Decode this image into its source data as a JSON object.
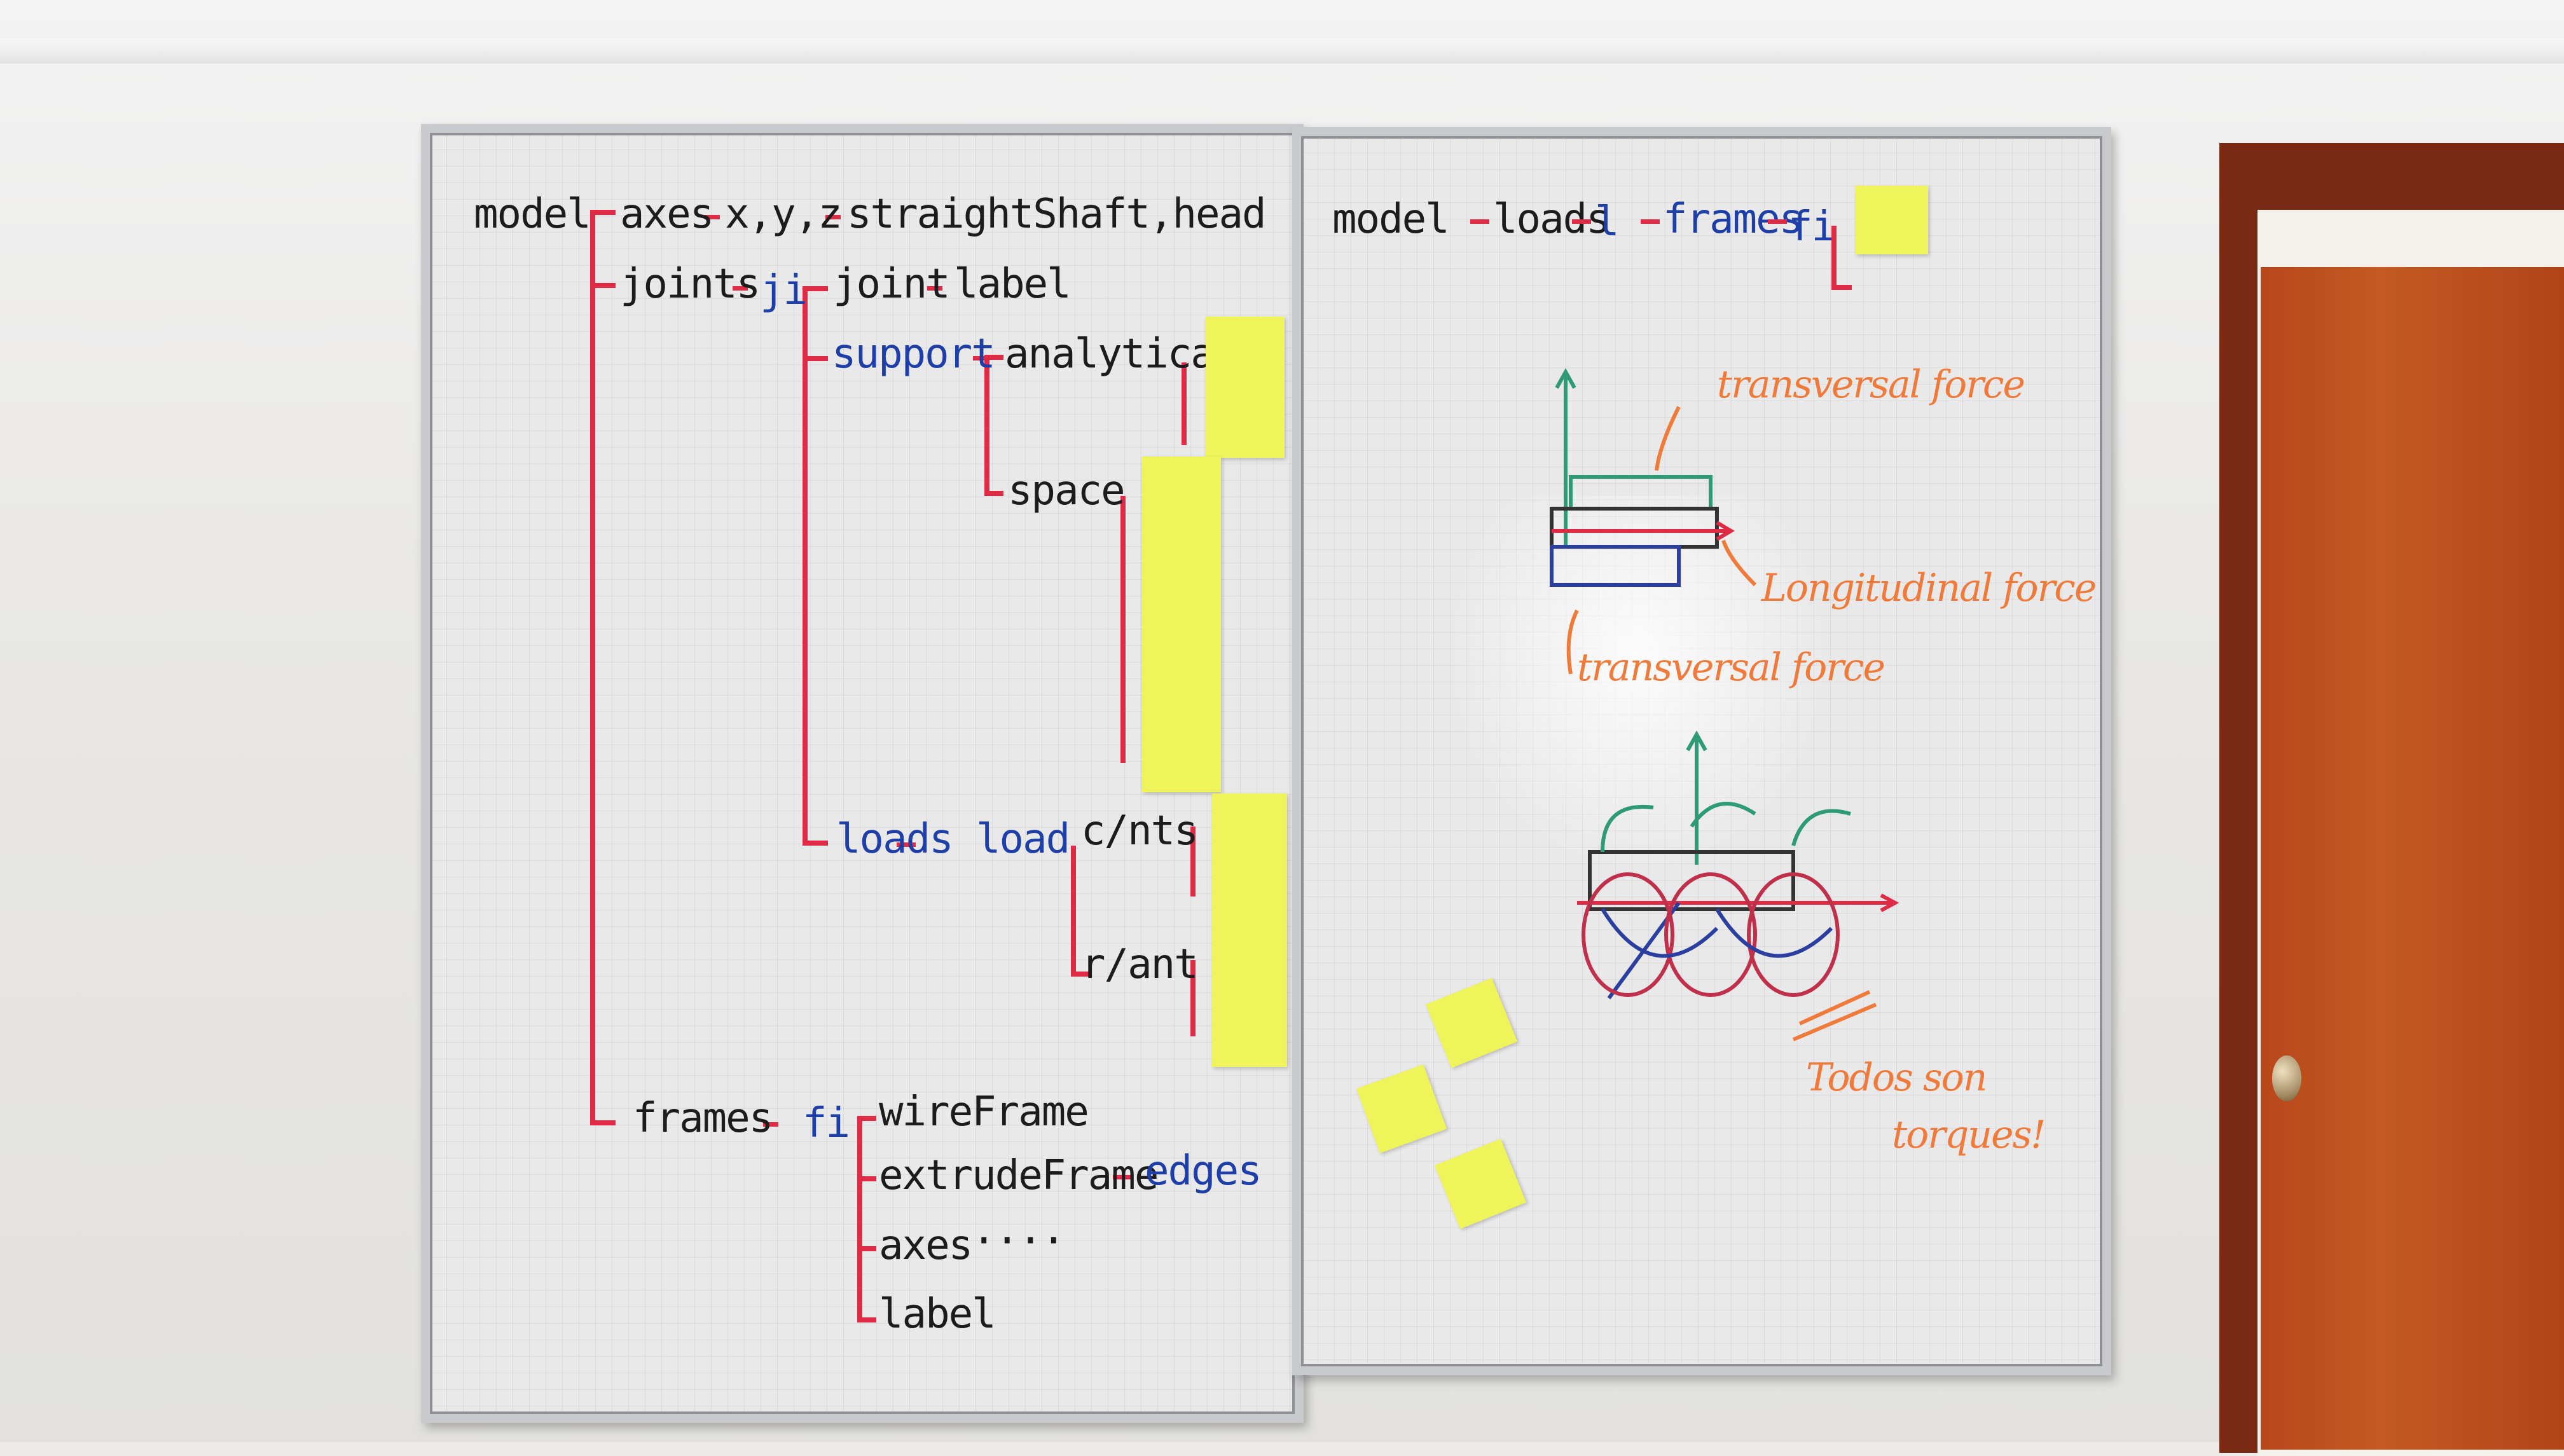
{
  "left_board": {
    "model": "model",
    "axes": "axes",
    "xyz": "x,y,z",
    "straight": "straightShaft,head",
    "joints": "joints",
    "ji": "ji",
    "joint": "joint",
    "label": "label",
    "support": "support",
    "analytical": "analytical",
    "space": "space",
    "loads": "loads",
    "load": "load",
    "cInts": "c/nts",
    "rAnt": "r/ant",
    "frames": "frames",
    "fi": "fi",
    "wireFrame": "wireFrame",
    "extrudeFrame": "extrudeFrame",
    "edges": "edges",
    "axes2": "axes",
    "dots": "····",
    "label2": "label"
  },
  "right_board": {
    "model": "model",
    "loads": "loads",
    "l1": "l",
    "frames": "frames",
    "fi": "fi",
    "transversal_top": "transversal force",
    "longitudinal": "Longitudinal force",
    "transversal_bottom": "transversal force",
    "todos": "Todos son",
    "torques": "torques!"
  },
  "colors": {
    "red_marker": "#e02b46",
    "blue_marker": "#1e3fa8",
    "black_marker": "#1c1c1c",
    "orange_marker": "#f07a3a",
    "green_marker": "#2e9a78",
    "sticky": "#eef45a",
    "door": "#c45a22"
  }
}
